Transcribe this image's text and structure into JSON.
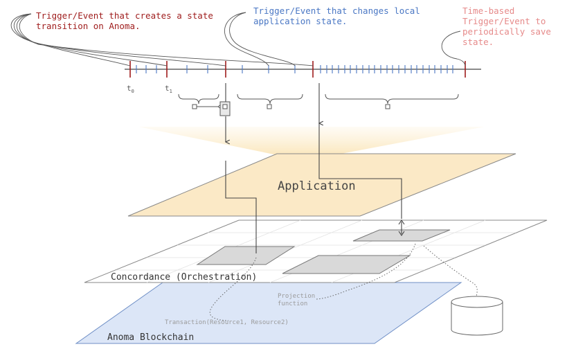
{
  "annotations": {
    "create_state": [
      "Trigger/Event that creates a state",
      "transition on Anoma."
    ],
    "change_local": [
      "Trigger/Event that changes local",
      "application state."
    ],
    "time_based": [
      "Time-based",
      "Trigger/Event to",
      "periodically save",
      "state."
    ]
  },
  "timeline": {
    "t0_base": "t",
    "t0_sub": "0",
    "t1_base": "t",
    "t1_sub": "1"
  },
  "layers": {
    "application": "Application",
    "concordance": "Concordance (Orchestration)",
    "anoma": "Anoma Blockchain"
  },
  "labels": {
    "projection": [
      "Projection",
      "function"
    ],
    "transaction": "Transaction(Resource1, Resource2)"
  },
  "colors": {
    "red": "#9e1b1b",
    "blue": "#4a77c4",
    "pink": "#e68a8a",
    "application_fill": "#fbe9c6",
    "anoma_fill": "#dce6f7"
  }
}
